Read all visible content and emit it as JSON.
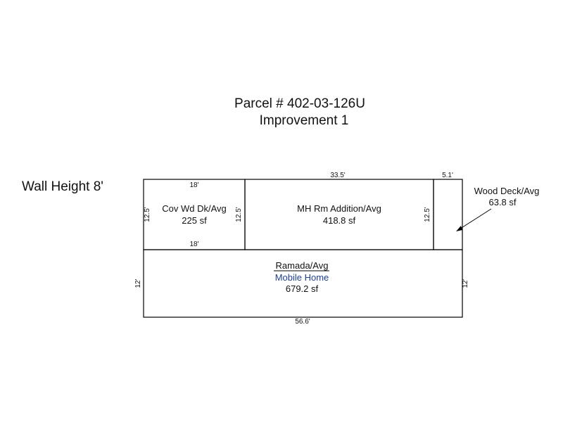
{
  "title": {
    "line1": "Parcel # 402-03-126U",
    "line2": "Improvement 1"
  },
  "wall_height": "Wall Height 8'",
  "areas": {
    "cov_wd_dk": {
      "name": "Cov Wd Dk/Avg",
      "area": "225 sf"
    },
    "mh_rm_addition": {
      "name": "MH Rm Addition/Avg",
      "area": "418.8 sf"
    },
    "wood_deck": {
      "name": "Wood Deck/Avg",
      "area": "63.8 sf"
    },
    "ramada": {
      "name": "Ramada/Avg",
      "sub": "Mobile Home",
      "area": "679.2 sf"
    }
  },
  "dimensions": {
    "cov_top": "18'",
    "cov_bottom": "18'",
    "cov_left": "12.5'",
    "cov_right": "12.5'",
    "mh_top": "33.5'",
    "mh_right": "12.5'",
    "deck_top": "5.1'",
    "ramada_left": "12'",
    "ramada_right": "12'",
    "ramada_bottom": "56.6'"
  },
  "colors": {
    "lines": "#000000",
    "sub_label": "#1f3f8f"
  }
}
